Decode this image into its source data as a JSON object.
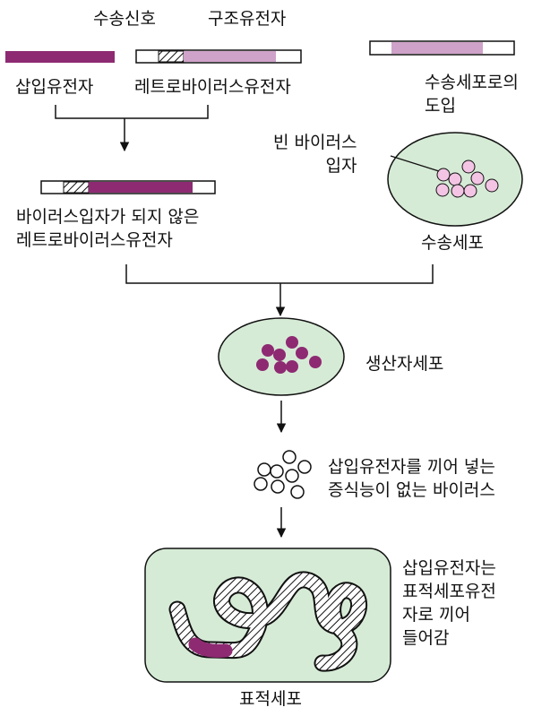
{
  "colors": {
    "insert_gene": "#8e2a72",
    "structural_gene": "#cfa2c9",
    "cell_fill": "#d6ebd6",
    "empty_particle": "#f3c4e4",
    "virus_particle": "#8e2a72",
    "line": "#111111"
  },
  "labels": {
    "signal": "수송신호",
    "structural_gene": "구조유전자",
    "insert_gene": "삽입유전자",
    "retrovirus_gene": "레트로바이러스유전자",
    "transport_intro": "수송세포로의\n도입",
    "empty_particles": "빈 바이러스\n입자",
    "non_particle_vector": "바이러스입자가 되지 않은\n레트로바이러스유전자",
    "transport_cell": "수송세포",
    "producer_cell": "생산자세포",
    "replication_deficient_virus": "삽입유전자를 끼어 넣는\n증식능이 없는 바이러스",
    "integration_note": "삽입유전자는\n표적세포유전\n자로 끼어\n들어감",
    "target_cell": "표적세포"
  }
}
